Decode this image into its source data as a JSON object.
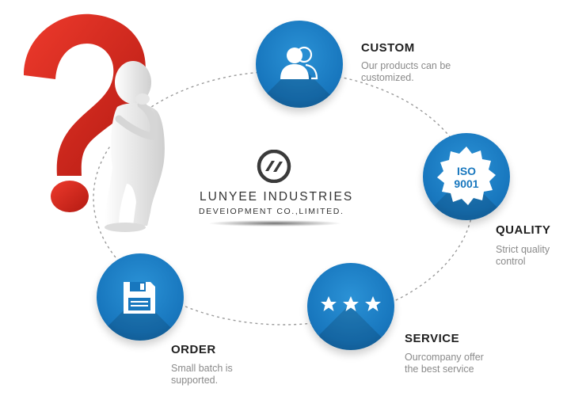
{
  "brand": {
    "name": "LUNYEE INDUSTRIES",
    "subname": "DEVEIOPMENT CO.,LIMITED."
  },
  "features": [
    {
      "id": "custom",
      "title": "CUSTOM",
      "desc_lines": [
        "Our products can be",
        "customized."
      ],
      "icon": "user-group-icon"
    },
    {
      "id": "quality",
      "title": "QUALITY",
      "desc_lines": [
        "Strict quality",
        "control"
      ],
      "icon": "iso-badge-icon",
      "badge_lines": [
        "ISO",
        "9001"
      ]
    },
    {
      "id": "service",
      "title": "SERVICE",
      "desc_lines": [
        "Ourcompany offer",
        "the best service"
      ],
      "icon": "three-stars-icon"
    },
    {
      "id": "order",
      "title": "ORDER",
      "desc_lines": [
        "Small batch is",
        "supported."
      ],
      "icon": "floppy-disk-icon"
    }
  ],
  "colors": {
    "circle_blue": "#1877be",
    "question_red": "#d9261c",
    "title_dark": "#1f1f1f",
    "desc_gray": "#8a8a8a"
  },
  "decor": {
    "figure": "thinking-person-with-question-mark",
    "logo": "lunyee-logo-icon"
  }
}
